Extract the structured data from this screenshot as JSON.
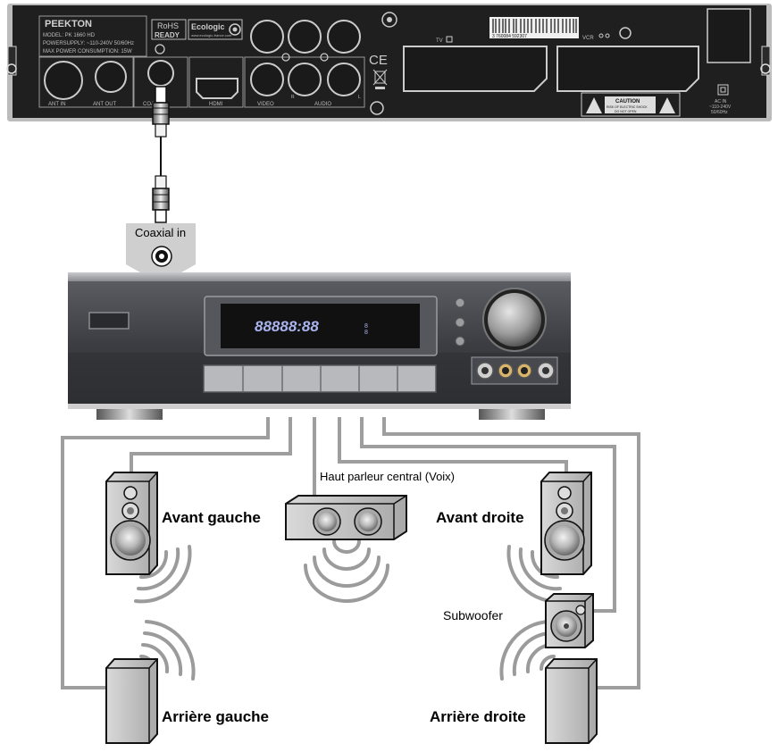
{
  "player": {
    "brand": "PEEKTON",
    "model": "MODEL: PK 1660 HD",
    "power_supply": "POWERSUPPLY: ~110-240V 50/60Hz",
    "max_power": "MAX POWER CONSUMPTION: 15W",
    "rohs_top": "RoHS",
    "rohs_bottom": "READY",
    "ecologic": "Ecologic",
    "ecologic_sub": "www.ecologic-france.com",
    "ports": {
      "ant_in": "ANT IN",
      "ant_out": "ANT OUT",
      "coaxial": "COAXIAL",
      "hdmi": "HDMI",
      "video": "VIDEO",
      "audio": "AUDIO",
      "audio_r": "R",
      "audio_l": "L",
      "tv": "TV",
      "vcr": "VCR",
      "ac_in": "AC IN",
      "ac_spec": "~110-240V",
      "ac_freq": "50/60Hz"
    },
    "barcode_digits": "3 760084 592307",
    "caution_title": "CAUTION",
    "caution_line1": "RISK OF ELECTRIC SHOCK",
    "caution_line2": "DO NOT OPEN"
  },
  "connector_label": "Coaxial in",
  "receiver": {
    "display": "88888:88"
  },
  "speakers": {
    "front_left": "Avant gauche",
    "front_right": "Avant droite",
    "center": "Haut parleur central (Voix)",
    "subwoofer": "Subwoofer",
    "rear_left": "Arrière gauche",
    "rear_right": "Arrière droite"
  },
  "colors": {
    "panel": "#1e1e1e",
    "receiver_body": "#3d3f44",
    "display_blue": "#a9b4ee",
    "speaker_wire": "#9e9e9e",
    "speaker_body": "#bdbdbd"
  }
}
